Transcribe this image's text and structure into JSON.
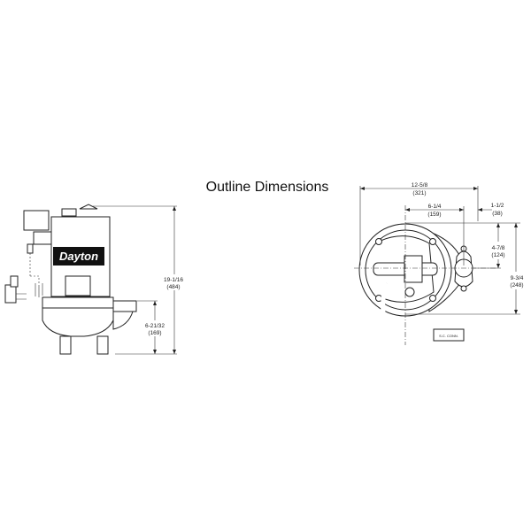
{
  "title": "Outline Dimensions",
  "side_view": {
    "brand": "Dayton",
    "overall_height": {
      "in": "19-1/16",
      "mm": "(484)"
    },
    "discharge_height": {
      "in": "6-21/32",
      "mm": "(169)"
    }
  },
  "top_view": {
    "overall_width": {
      "in": "12-5/8",
      "mm": "(321)"
    },
    "center_to_discharge": {
      "in": "6-1/4",
      "mm": "(159)"
    },
    "discharge_size": {
      "in": "1-1/2",
      "mm": "(38)"
    },
    "discharge_offset": {
      "in": "4-7/8",
      "mm": "(124)"
    },
    "overall_depth": {
      "in": "9-3/4",
      "mm": "(248)"
    },
    "cord_tag": "S.C. CONN."
  }
}
